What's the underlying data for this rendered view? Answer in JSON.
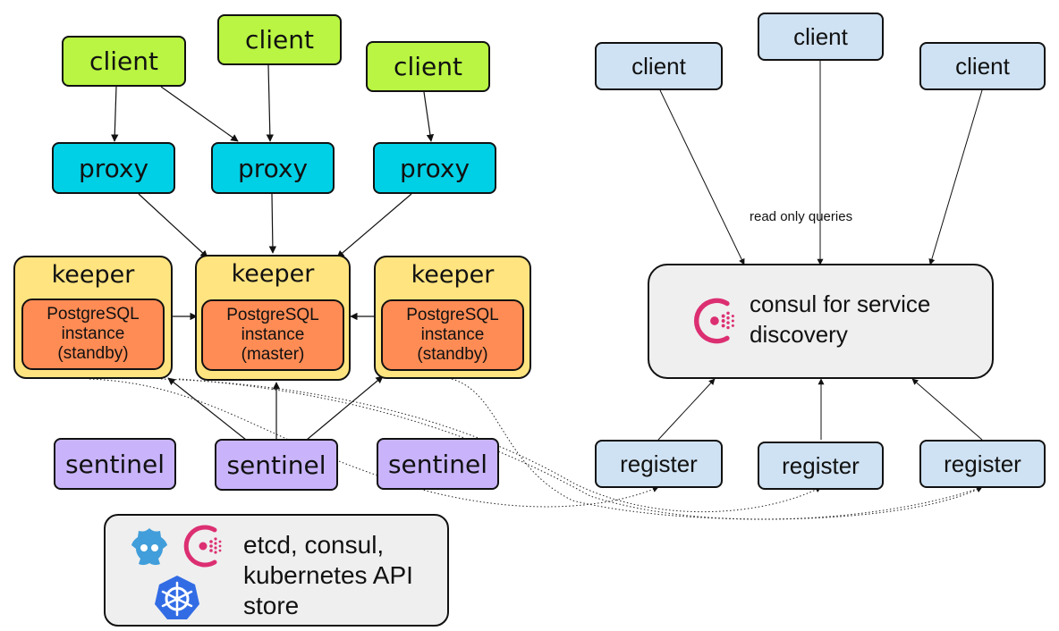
{
  "left": {
    "clients": [
      "client",
      "client",
      "client"
    ],
    "proxies": [
      "proxy",
      "proxy",
      "proxy"
    ],
    "keepers": [
      {
        "label": "keeper",
        "instance": "PostgreSQL\ninstance\n(standby)"
      },
      {
        "label": "keeper",
        "instance": "PostgreSQL\ninstance\n(master)"
      },
      {
        "label": "keeper",
        "instance": "PostgreSQL\ninstance\n(standby)"
      }
    ],
    "sentinels": [
      "sentinel",
      "sentinel",
      "sentinel"
    ],
    "store": {
      "text": "etcd, consul,\nkubernetes API\nstore",
      "icons": [
        "etcd-icon",
        "consul-icon",
        "kubernetes-icon"
      ]
    }
  },
  "right": {
    "clients": [
      "client",
      "client",
      "client"
    ],
    "edge_label": "read only queries",
    "consul": {
      "text": "consul for service\ndiscovery",
      "icon": "consul-icon"
    },
    "registers": [
      "register",
      "register",
      "register"
    ]
  },
  "colors": {
    "client_green": "#b9f542",
    "proxy": "#00d0e6",
    "keeper": "#ffe480",
    "postgres": "#ff8c55",
    "sentinel": "#c9b4fb",
    "blue_nodes": "#cfe2f3",
    "consul_box": "#efefef",
    "consul_brand": "#dc2f72",
    "etcd_brand": "#419eda",
    "kubernetes_brand": "#326ce5"
  }
}
